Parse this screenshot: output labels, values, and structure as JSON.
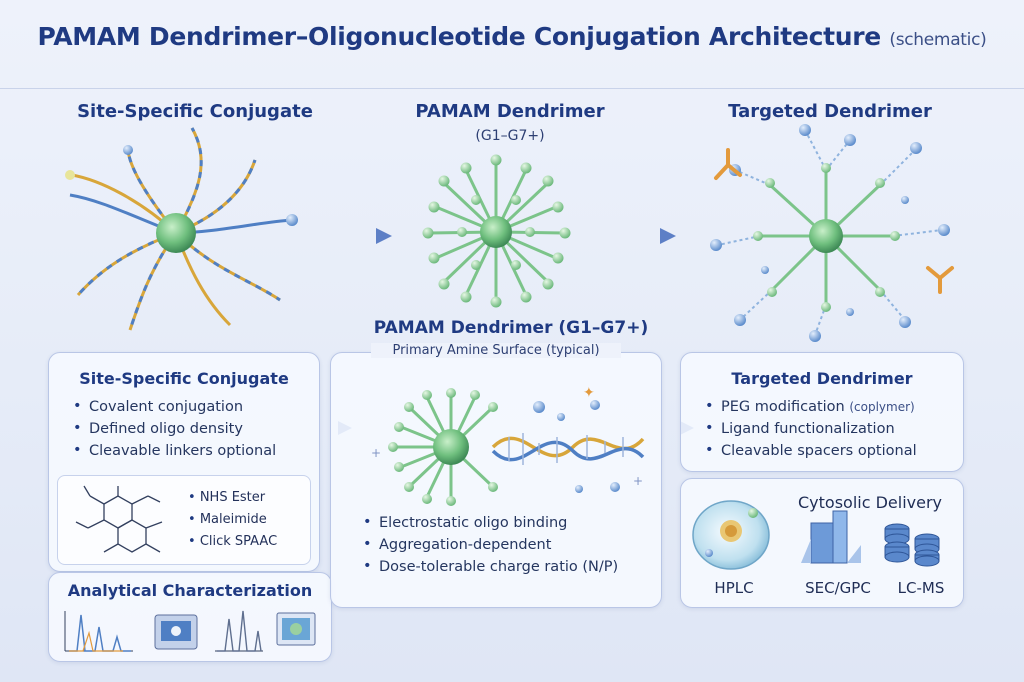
{
  "header": {
    "title": "PAMAM Dendrimer–Oligonucleotide Conjugation Architecture",
    "subtitle": "(schematic)"
  },
  "top": {
    "left_title": "Site-Specific Conjugate",
    "center_title": "PAMAM Dendrimer",
    "center_sub": "(G1–G7+)",
    "right_title": "Targeted Dendrimer"
  },
  "left_panel": {
    "title": "Site-Specific Conjugate",
    "bullets": [
      "Covalent conjugation",
      "Defined oligo density",
      "Cleavable linkers optional"
    ],
    "chem": [
      "NHS Ester",
      "Maleimide",
      "Click SPAAC"
    ]
  },
  "analytical": {
    "title": "Analytical Characterization"
  },
  "center_panel": {
    "title": "PAMAM Dendrimer (G1–G7+)",
    "surface": "Primary Amine Surface (typical)",
    "bullets": [
      "Electrostatic oligo binding",
      "Aggregation-dependent",
      "Dose-tolerable charge ratio (N/P)"
    ]
  },
  "right_panel": {
    "title": "Targeted Dendrimer",
    "bullets": [
      {
        "text": "PEG modification",
        "note": "(coplymer)"
      },
      {
        "text": "Ligand functionalization",
        "note": ""
      },
      {
        "text": "Cleavable spacers optional",
        "note": ""
      }
    ],
    "delivery_title": "Cytosolic Delivery",
    "methods": [
      "HPLC",
      "SEC/GPC",
      "LC-MS"
    ]
  },
  "colors": {
    "accent": "#1f3a82",
    "dendrimer": "#7cc48a",
    "dendrimer_dark": "#4f9a63",
    "dna_blue": "#4f7fc4",
    "dna_gold": "#d8a63a",
    "ligand": "#e39a3c"
  }
}
